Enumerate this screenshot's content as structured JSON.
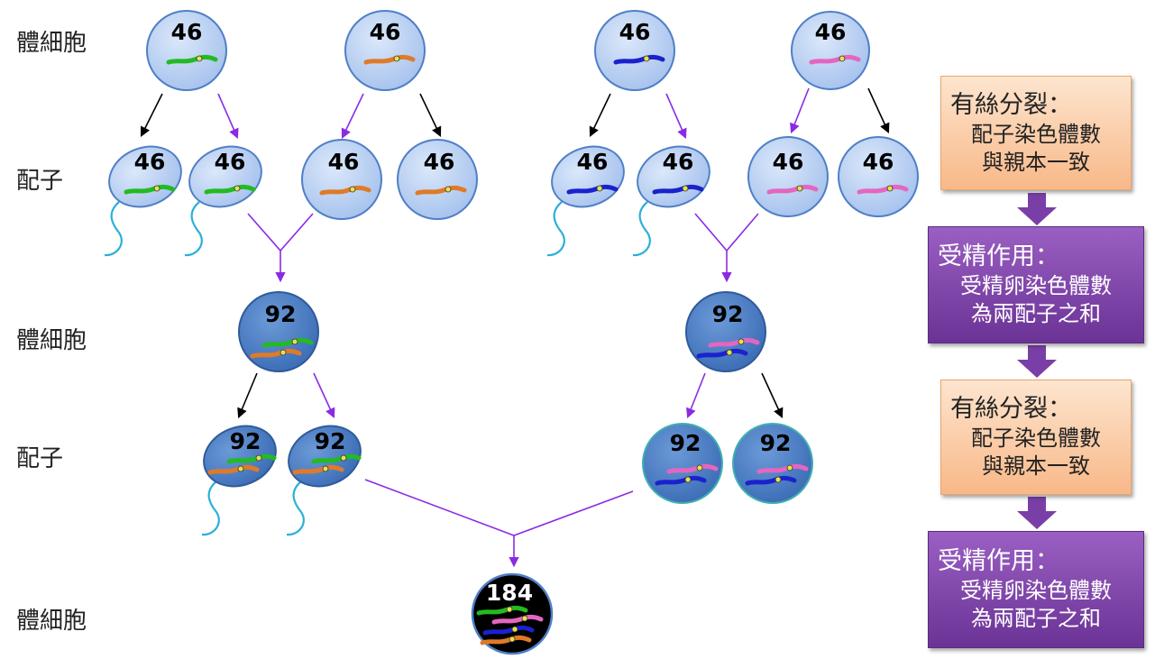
{
  "row_labels": {
    "somatic_1": "體細胞",
    "gamete_1": "配子",
    "somatic_2": "體細胞",
    "gamete_2": "配子",
    "somatic_3": "體細胞"
  },
  "cells": {
    "gen1_parent_green": "46",
    "gen1_parent_orange": "46",
    "gen1_parent_blue": "46",
    "gen1_parent_pink": "46",
    "gen1_gamete_green_a": "46",
    "gen1_gamete_green_b": "46",
    "gen1_gamete_orange_a": "46",
    "gen1_gamete_orange_b": "46",
    "gen1_gamete_blue_a": "46",
    "gen1_gamete_blue_b": "46",
    "gen1_gamete_pink_a": "46",
    "gen1_gamete_pink_b": "46",
    "gen2_zygote_left": "92",
    "gen2_zygote_right": "92",
    "gen2_gamete_left_a": "92",
    "gen2_gamete_left_b": "92",
    "gen2_gamete_right_a": "92",
    "gen2_gamete_right_b": "92",
    "gen3_zygote": "184"
  },
  "notes": [
    {
      "type": "mitosis",
      "title": "有絲分裂：",
      "lines": [
        "配子染色體數",
        "與親本一致"
      ]
    },
    {
      "type": "fertilization",
      "title": "受精作用：",
      "lines": [
        "受精卵染色體數",
        "為兩配子之和"
      ]
    },
    {
      "type": "mitosis",
      "title": "有絲分裂：",
      "lines": [
        "配子染色體數",
        "與親本一致"
      ]
    },
    {
      "type": "fertilization",
      "title": "受精作用：",
      "lines": [
        "受精卵染色體數",
        "為兩配子之和"
      ]
    }
  ],
  "colors": {
    "light_cell": "#c6d9f5",
    "dark_cell": "#4f81c7",
    "final_cell": "#000000",
    "black_arrow": "#000000",
    "purple_arrow": "#8a2be2",
    "tail": "#2ab0d8",
    "chrom_green": "#22bb22",
    "chrom_orange": "#e07a28",
    "chrom_blue": "#1a22cc",
    "chrom_pink": "#e466c0",
    "centromere": "#e8e24a",
    "mitosis_box": "#f8b888",
    "fert_box": "#7a3fa6",
    "flow_arrow": "#7a3fa6"
  }
}
